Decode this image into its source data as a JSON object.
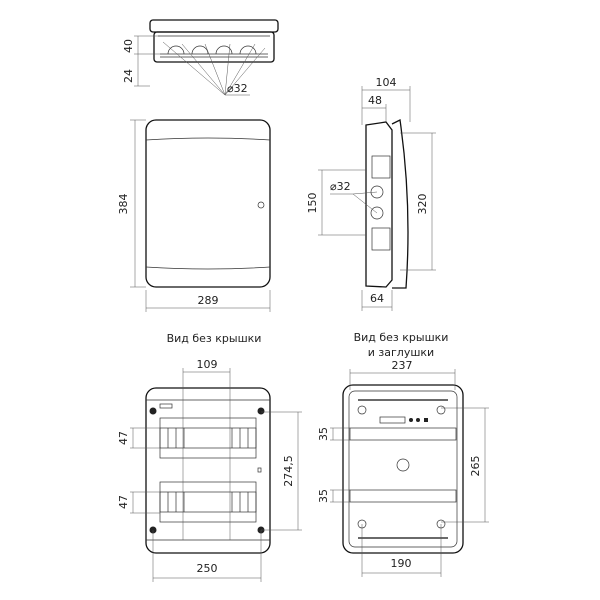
{
  "top_view": {
    "dim_height_cover": "40",
    "dim_height_base": "24",
    "dim_hole": "⌀32"
  },
  "front_view": {
    "dim_height": "384",
    "dim_width": "289"
  },
  "side_view": {
    "dim_depth_total": "104",
    "dim_depth_base": "48",
    "dim_height_inner": "320",
    "dim_hole_spacing": "150",
    "dim_hole": "⌀32",
    "dim_depth_bottom": "64"
  },
  "view_no_cover": {
    "title": "Вид без крышки",
    "dim_rail_spacing": "109",
    "dim_module_top": "47",
    "dim_module_bottom": "47",
    "dim_mount_height": "274,5",
    "dim_mount_width": "250"
  },
  "view_no_cover_no_plug": {
    "title_line1": "Вид без крышки",
    "title_line2": "и заглушки",
    "dim_width": "237",
    "dim_rail_top": "35",
    "dim_rail_bottom": "35",
    "dim_mount_height": "265",
    "dim_mount_width": "190"
  }
}
